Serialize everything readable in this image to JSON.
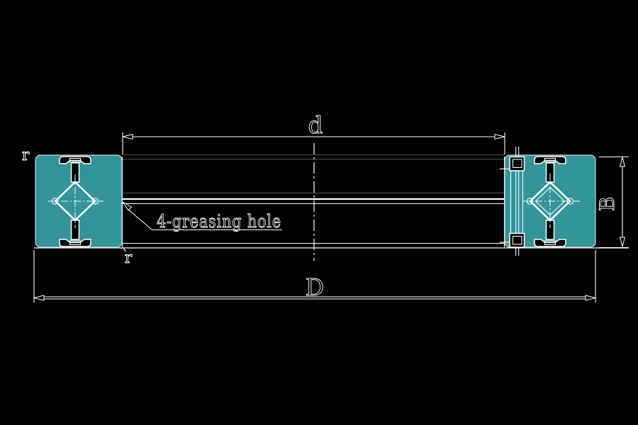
{
  "drawing": {
    "labels": {
      "inner_diameter": "d",
      "outer_diameter": "D",
      "width": "B",
      "outer_radius": "r",
      "inner_radius": "r",
      "greasing_hole_note": "4-greasing hole"
    },
    "colors": {
      "background": "#000000",
      "ring_fill": "#339499",
      "line": "#ffffff",
      "faint_line": "#3b3b3b"
    }
  }
}
